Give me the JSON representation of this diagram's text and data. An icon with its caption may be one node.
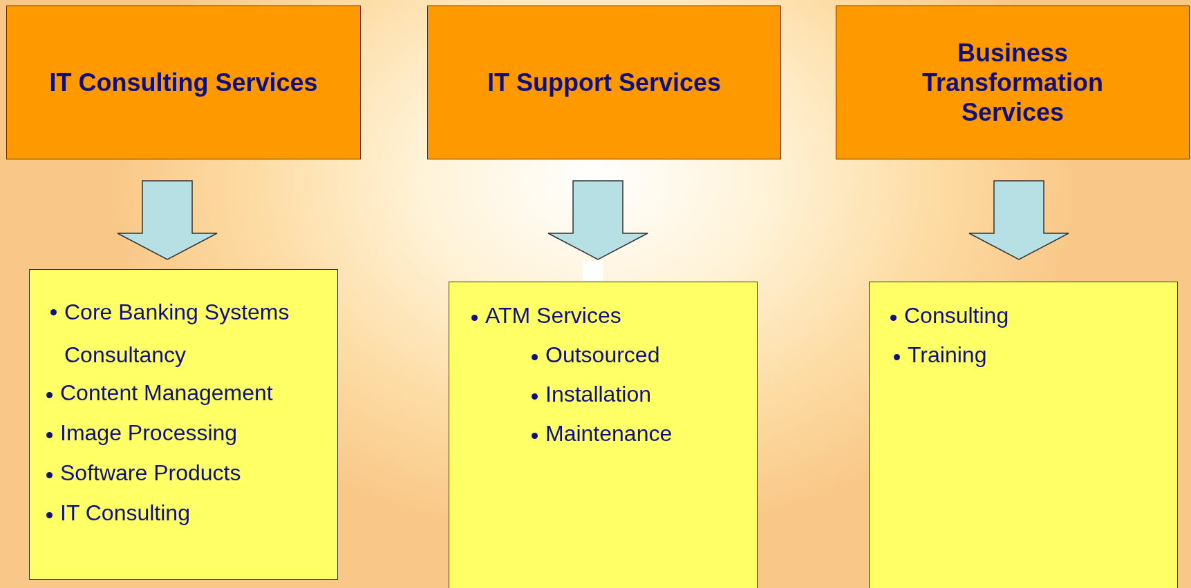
{
  "diagram": {
    "nodes": [
      {
        "text": [
          "IT Consulting Services"
        ]
      },
      {
        "text": [
          "IT Support Services"
        ]
      },
      {
        "text": [
          "Business Transformation Services"
        ]
      },
      {
        "text": [
          "Core Banking Systems Consultancy",
          "Content Management",
          "Image Processing",
          "Software Products",
          "IT Consulting"
        ]
      },
      {
        "text": [
          "ATM Services",
          "Outsourced",
          "Installation",
          "Maintenance"
        ]
      },
      {
        "text": [
          "Consulting",
          "Training"
        ]
      }
    ],
    "edges": [
      {
        "from": 0,
        "to": 3,
        "arrow": "to"
      },
      {
        "from": 1,
        "to": 4,
        "arrow": "to"
      },
      {
        "from": 2,
        "to": 5,
        "arrow": "to"
      }
    ]
  }
}
